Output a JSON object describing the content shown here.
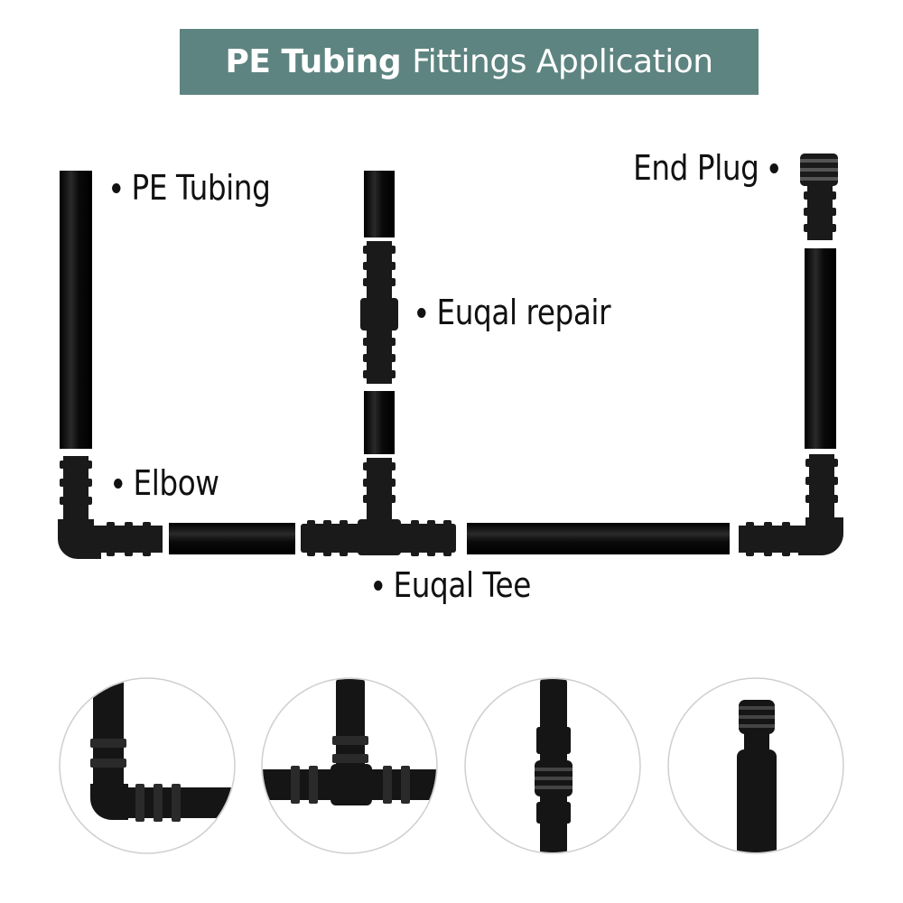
{
  "title": {
    "bold": "PE Tubing",
    "regular": "Fittings Application"
  },
  "labels": {
    "pe_tubing": "PE Tubing",
    "equal_repair": "Euqal repair",
    "end_plug": "End Plug",
    "elbow": "Elbow",
    "equal_tee": "Euqal Tee"
  },
  "colors": {
    "banner": "#5d8480",
    "tube": "#0d0d0d",
    "fitting": "#1a1a1a",
    "circle_border": "#cfcfcf"
  },
  "icons": [
    "pe-tube-icon",
    "elbow-fitting-icon",
    "equal-tee-icon",
    "equal-repair-icon",
    "end-plug-icon"
  ]
}
